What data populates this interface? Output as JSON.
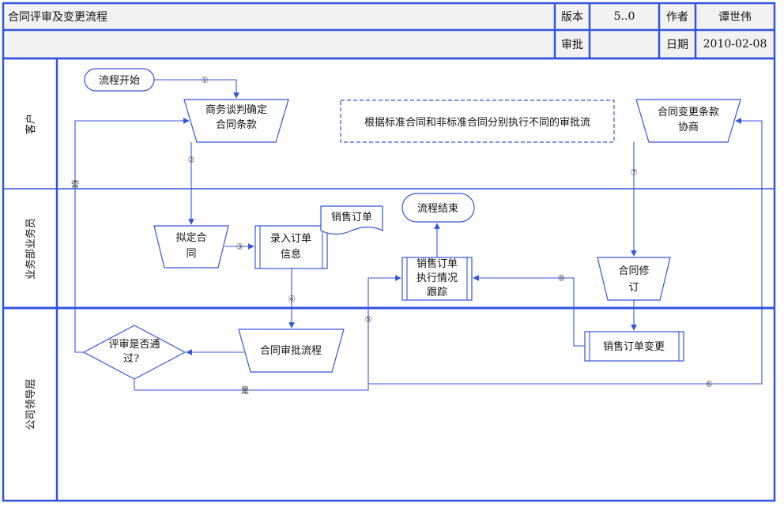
{
  "header": {
    "title": "合同评审及变更流程",
    "version_label": "版本",
    "version_value": "5..0",
    "author_label": "作者",
    "author_value": "谭世伟",
    "approve_label": "审批",
    "approve_value": "",
    "date_label": "日期",
    "date_value": "2010-02-08"
  },
  "lanes": {
    "customer": "客户",
    "sales": "业务部业务员",
    "leadership": "公司领导层"
  },
  "nodes": {
    "start": "流程开始",
    "negotiate_line1": "商务谈判确定",
    "negotiate_line2": "合同条款",
    "note": "根据标准合同和非标准合同分别执行不同的审批流",
    "change_line1": "合同变更条款",
    "change_line2": "协商",
    "draft_line1": "拟定合",
    "draft_line2": "同",
    "entry_line1": "录入订单",
    "entry_line2": "信息",
    "sales_order_doc": "销售订单",
    "end": "流程结束",
    "track_line1": "销售订单",
    "track_line2": "执行情况",
    "track_line3": "跟踪",
    "revise_line1": "合同修",
    "revise_line2": "订",
    "approval": "合同审批流程",
    "review_line1": "评审是否通",
    "review_line2": "过?",
    "order_change": "销售订单变更"
  },
  "steps": {
    "s1": "①",
    "s2": "②",
    "s3": "③",
    "s4": "④",
    "s5": "⑤",
    "s6": "⑥",
    "s7": "⑦",
    "s8": "⑧"
  },
  "labels": {
    "no": "否",
    "yes": "是"
  },
  "colors": {
    "border": "#3355dd",
    "header_bg": "#f2f2f2"
  }
}
